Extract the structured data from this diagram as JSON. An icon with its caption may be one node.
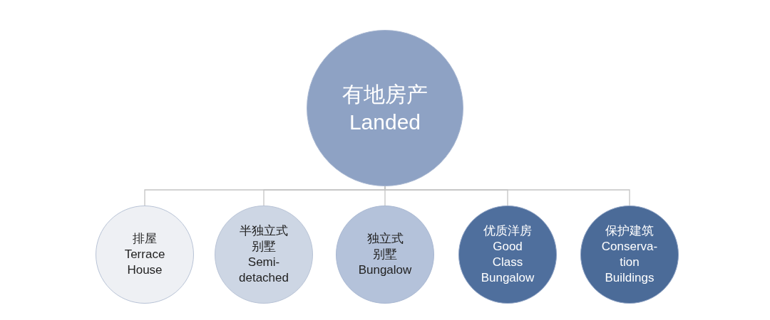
{
  "diagram": {
    "nodes": [
      {
        "text": [
          "有地房产",
          "Landed"
        ]
      },
      {
        "text": [
          "排屋",
          "Terrace House"
        ]
      },
      {
        "text": [
          "半独立式别墅",
          "Semi-detached"
        ]
      },
      {
        "text": [
          "独立式别墅",
          "Bungalow"
        ]
      },
      {
        "text": [
          "优质洋房",
          "Good Class Bungalow"
        ]
      },
      {
        "text": [
          "保护建筑",
          "Conserva-tion Buildings"
        ]
      }
    ],
    "edges": [
      {
        "from": 0,
        "to": 1,
        "arrow": "none"
      },
      {
        "from": 0,
        "to": 2,
        "arrow": "none"
      },
      {
        "from": 0,
        "to": 3,
        "arrow": "none"
      },
      {
        "from": 0,
        "to": 4,
        "arrow": "none"
      },
      {
        "from": 0,
        "to": 5,
        "arrow": "none"
      }
    ]
  }
}
